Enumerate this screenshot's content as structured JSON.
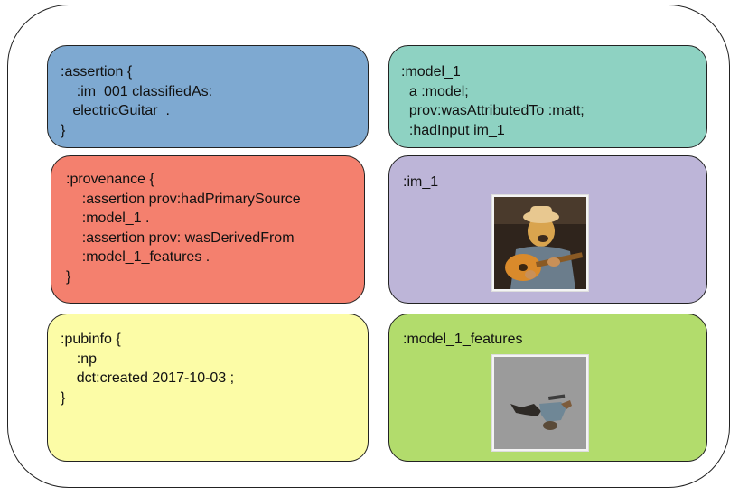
{
  "cards": {
    "assertion": {
      "lines": [
        ":assertion {",
        "    :im_001 classifiedAs:",
        "   electricGuitar  .",
        "}"
      ],
      "color": "#7ea9d1"
    },
    "model": {
      "lines": [
        ":model_1",
        "  a :model;",
        "  prov:wasAttributedTo :matt;",
        "  :hadInput im_1"
      ],
      "color": "#8ed2c2"
    },
    "provenance": {
      "lines": [
        ":provenance {",
        "    :assertion prov:hadPrimarySource",
        "    :model_1 .",
        "    :assertion prov: wasDerivedFrom",
        "    :model_1_features .",
        "}"
      ],
      "color": "#f4806e"
    },
    "im1": {
      "title": ":im_1",
      "image": "photo of a dog wearing a hat and shirt playing an acoustic guitar",
      "color": "#bdb5d8"
    },
    "pubinfo": {
      "lines": [
        ":pubinfo {",
        "    :np",
        "    dct:created 2017-10-03 ;",
        "}"
      ],
      "color": "#fcfca6"
    },
    "features": {
      "title": ":model_1_features",
      "image": "feature map showing the extracted guitar region on a grey background",
      "color": "#b2dc6c"
    }
  }
}
